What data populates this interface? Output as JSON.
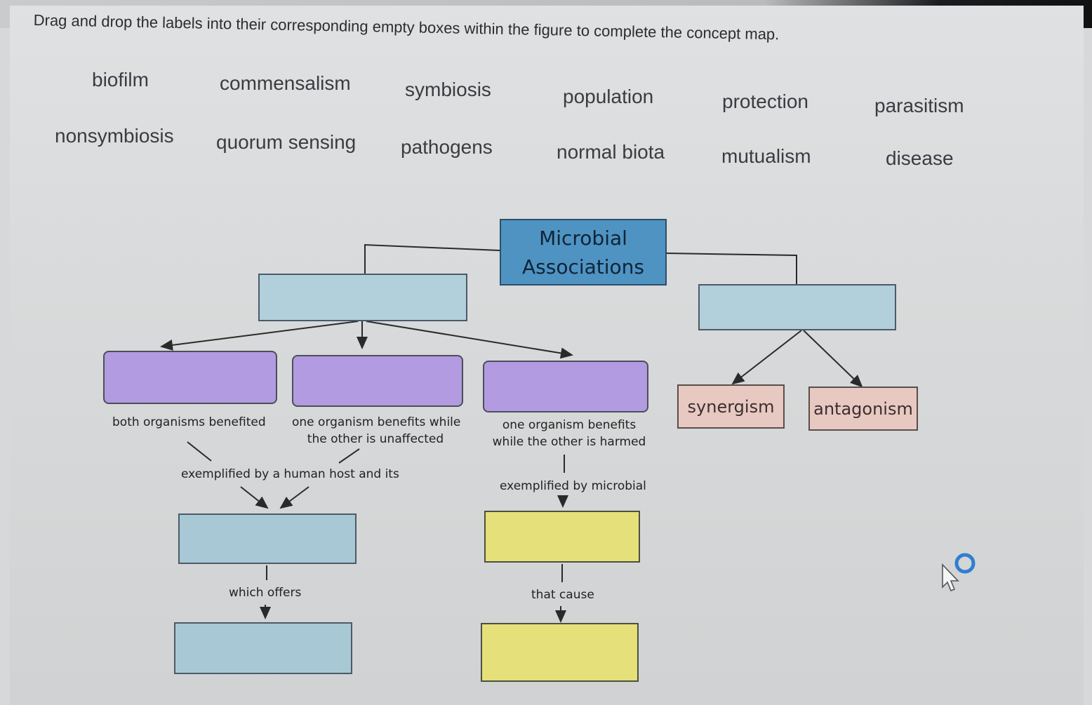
{
  "instruction": "Drag and drop the labels into their corresponding empty boxes within the figure to complete the concept map.",
  "labels": [
    "biofilm",
    "commensalism",
    "symbiosis",
    "population",
    "protection",
    "parasitism",
    "nonsymbiosis",
    "quorum sensing",
    "pathogens",
    "normal biota",
    "mutualism",
    "disease"
  ],
  "concept_map": {
    "root": {
      "line1": "Microbial",
      "line2": "Associations"
    },
    "right_children": [
      "synergism",
      "antagonism"
    ],
    "captions": {
      "both_benefited": "both organisms benefited",
      "unaffected_1": "one organism benefits while",
      "unaffected_2": "the other is unaffected",
      "harmed_1": "one organism benefits",
      "harmed_2": "while the other is harmed",
      "human_host": "exemplified by a human host and its",
      "microbial": "exemplified by microbial",
      "which_offers": "which offers",
      "that_cause": "that cause"
    }
  },
  "colors": {
    "root": "#4f93c2",
    "blue_box": "#a9c8d6",
    "purple_box": "#b29be0",
    "yellow_box": "#e5e07a",
    "pink_box": "#e8c9c2"
  },
  "icons": [
    "mouse-pointer-icon",
    "loading-ring-icon"
  ]
}
